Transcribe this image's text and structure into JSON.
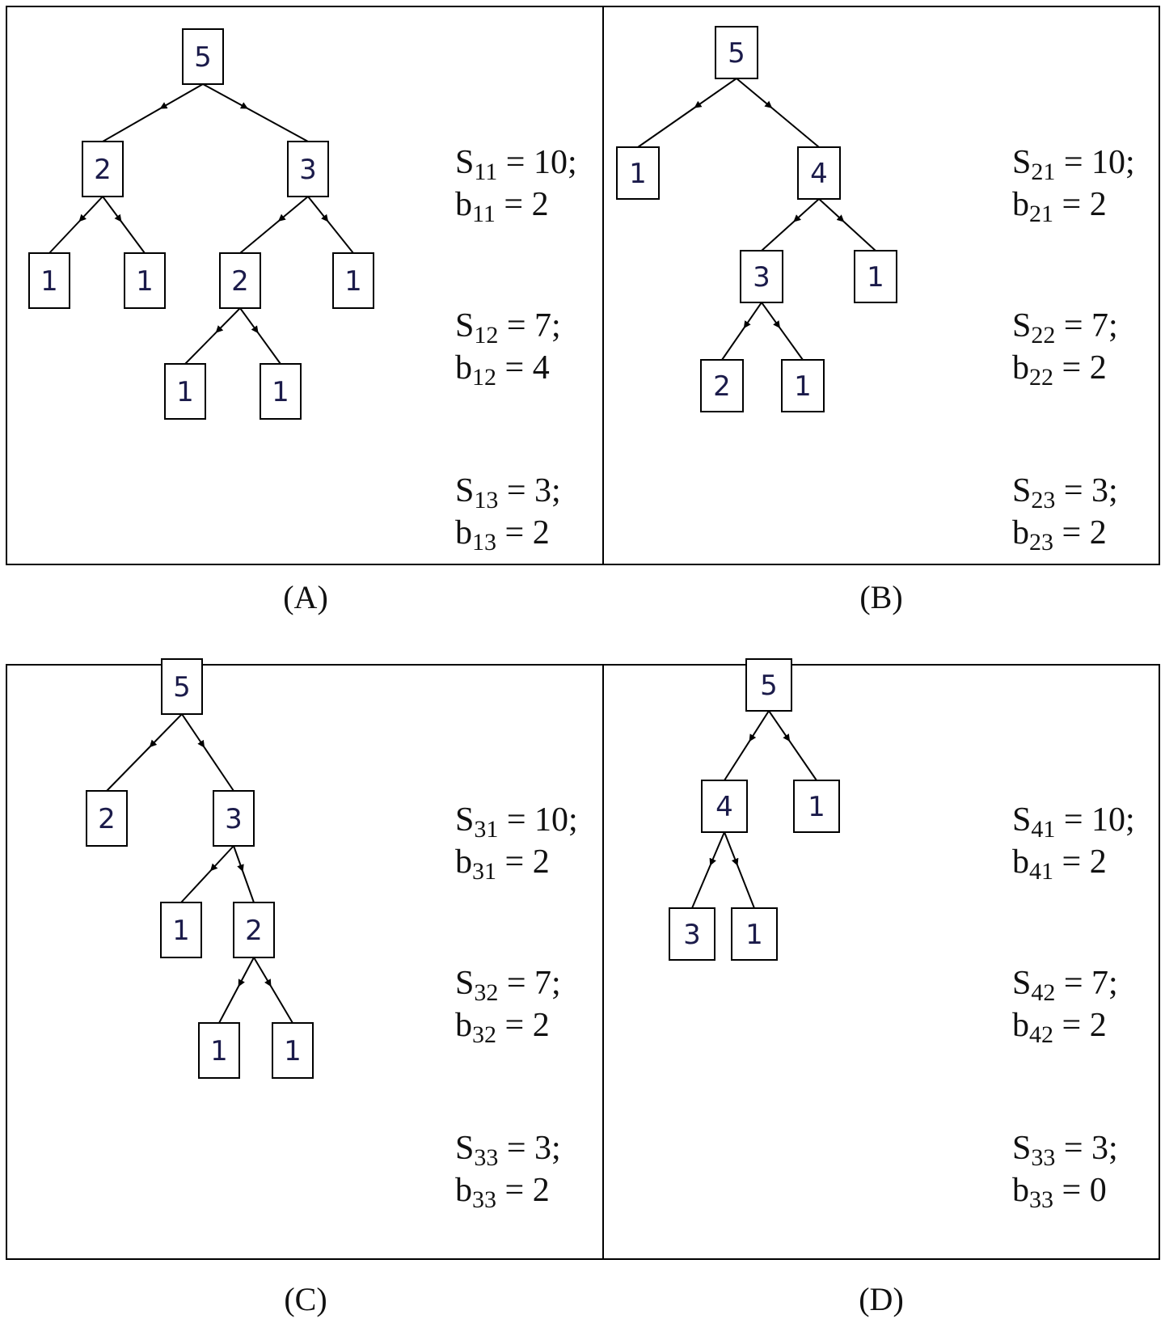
{
  "panels": [
    {
      "id": "A",
      "caption": "(A)",
      "nodes": [
        "5",
        "2",
        "3",
        "1",
        "1",
        "2",
        "1",
        "1",
        "1"
      ],
      "equations": [
        {
          "s_sub": "11",
          "s_val": "10",
          "b_sub": "11",
          "b_val": "2"
        },
        {
          "s_sub": "12",
          "s_val": "7",
          "b_sub": "12",
          "b_val": "4"
        },
        {
          "s_sub": "13",
          "s_val": "3",
          "b_sub": "13",
          "b_val": "2"
        }
      ]
    },
    {
      "id": "B",
      "caption": "(B)",
      "nodes": [
        "5",
        "1",
        "4",
        "3",
        "1",
        "2",
        "1"
      ],
      "equations": [
        {
          "s_sub": "21",
          "s_val": "10",
          "b_sub": "21",
          "b_val": "2"
        },
        {
          "s_sub": "22",
          "s_val": "7",
          "b_sub": "22",
          "b_val": "2"
        },
        {
          "s_sub": "23",
          "s_val": "3",
          "b_sub": "23",
          "b_val": "2"
        }
      ]
    },
    {
      "id": "C",
      "caption": "(C)",
      "nodes": [
        "5",
        "2",
        "3",
        "1",
        "2",
        "1",
        "1"
      ],
      "equations": [
        {
          "s_sub": "31",
          "s_val": "10",
          "b_sub": "31",
          "b_val": "2"
        },
        {
          "s_sub": "32",
          "s_val": "7",
          "b_sub": "32",
          "b_val": "2"
        },
        {
          "s_sub": "33",
          "s_val": "3",
          "b_sub": "33",
          "b_val": "2"
        }
      ]
    },
    {
      "id": "D",
      "caption": "(D)",
      "nodes": [
        "5",
        "4",
        "1",
        "3",
        "1"
      ],
      "equations": [
        {
          "s_sub": "41",
          "s_val": "10",
          "b_sub": "41",
          "b_val": "2"
        },
        {
          "s_sub": "42",
          "s_val": "7",
          "b_sub": "42",
          "b_val": "2"
        },
        {
          "s_sub": "33",
          "s_val": "3",
          "b_sub": "33",
          "b_val": "0"
        }
      ]
    }
  ]
}
